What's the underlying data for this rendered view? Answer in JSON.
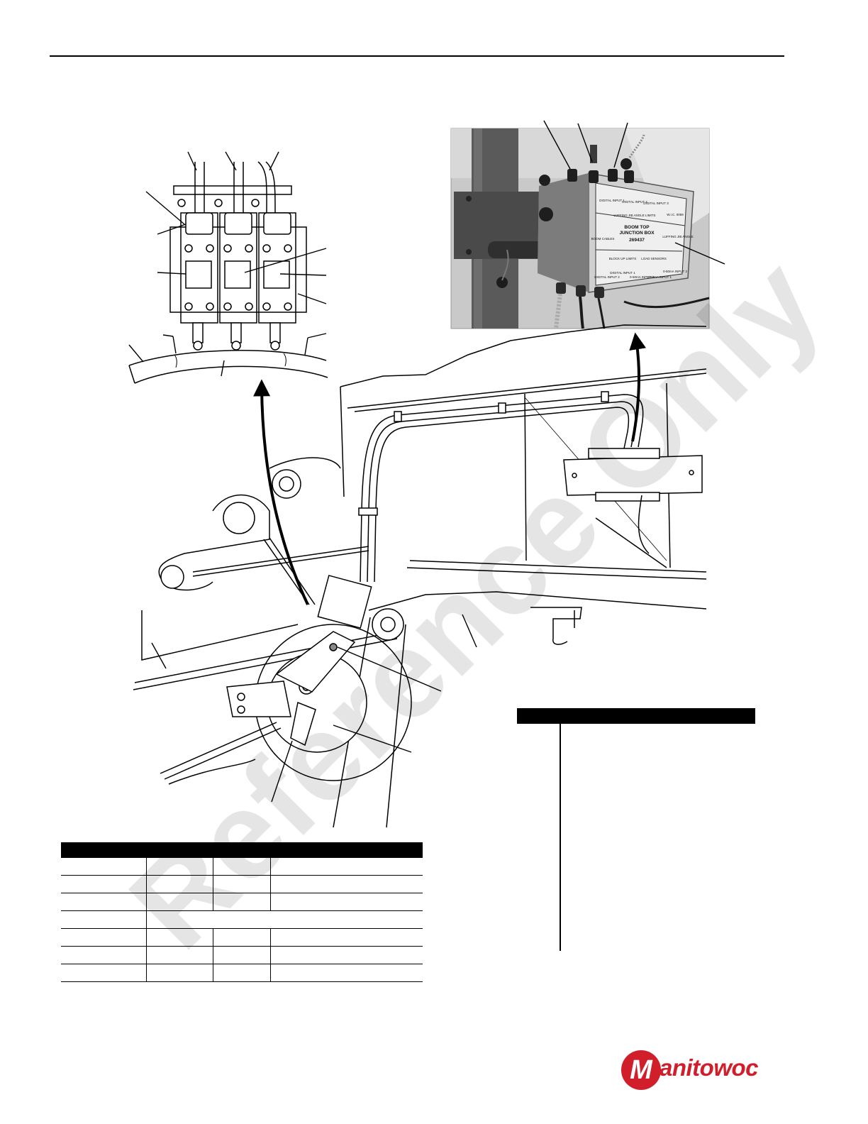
{
  "page": {
    "watermark": "Reference Only"
  },
  "photo": {
    "label_lines": [
      "DIGITAL INPUT 1",
      "DIGITAL INPUT 4",
      "DIGITAL INPUT 3",
      "LUFFING JIB ANGLE LIMITS",
      "BOOM TOP",
      "JUNCTION BOX",
      "269437",
      "BOOM CABLES",
      "BLOCK UP LIMITS",
      "LOAD SENSORS",
      "DIGITAL INPUT 2",
      "DIGITAL INPUT 1",
      "LUFFING JIB ANGLE",
      "W.I.C. 0059",
      "0-50mA INPUT 3",
      "0-50mA INPUT 1",
      "0-50mA INPUT 2"
    ]
  },
  "logo": {
    "badge": "M",
    "text": "anitowoc",
    "brand_color": "#d01f2b"
  },
  "icons": {
    "callout_arrow_1": "curved-arrow-icon",
    "callout_arrow_2": "curved-arrow-icon"
  }
}
